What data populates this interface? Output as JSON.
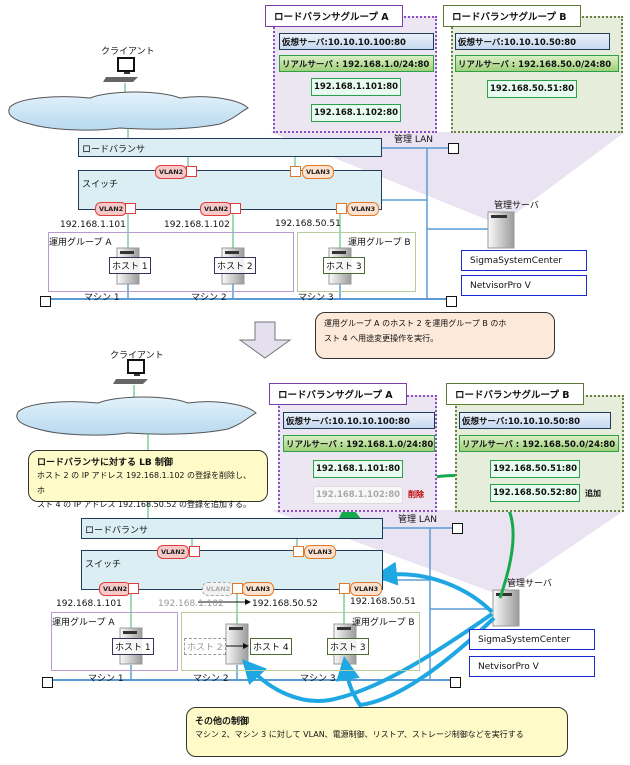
{
  "before": {
    "client_label": "クライアント",
    "load_balancer_label": "ロードバランサ",
    "switch_label": "スイッチ",
    "mgmt_lan_label": "管理 LAN",
    "mgmt_server_label": "管理サーバ",
    "software": [
      "SigmaSystemCenter",
      "NetvisorPro V"
    ],
    "uplink_vlans": [
      "VLAN2",
      "VLAN3"
    ],
    "port_vlans": [
      "VLAN2",
      "VLAN2",
      "VLAN3"
    ],
    "ips": [
      "192.168.1.101",
      "192.168.1.102",
      "192.168.50.51"
    ],
    "groups": [
      {
        "label": "運用グループ A",
        "hosts": [
          "ホスト 1",
          "ホスト 2"
        ]
      },
      {
        "label": "運用グループ B",
        "hosts": [
          "ホスト 3"
        ]
      }
    ],
    "machines": [
      "マシン 1",
      "マシン 2",
      "マシン 3"
    ],
    "lb_groups": [
      {
        "title": "ロードバランサグループ A",
        "virtual_server": "仮想サーバ:10.10.10.100:80",
        "real_server": "リアルサーバ : 192.168.1.0/24:80",
        "members": [
          "192.168.1.101:80",
          "192.168.1.102:80"
        ]
      },
      {
        "title": "ロードバランサグループ B",
        "virtual_server": "仮想サーバ:10.10.10.50:80",
        "real_server": "リアルサーバ : 192.168.50.0/24:80",
        "members": [
          "192.168.50.51:80"
        ]
      }
    ]
  },
  "transition_note": {
    "line1": "運用グループ A のホスト 2 を運用グループ B のホ",
    "line2": "スト 4 へ用途変更操作を実行。"
  },
  "after": {
    "client_label": "クライアント",
    "load_balancer_label": "ロードバランサ",
    "switch_label": "スイッチ",
    "mgmt_lan_label": "管理 LAN",
    "mgmt_server_label": "管理サーバ",
    "software": [
      "SigmaSystemCenter",
      "NetvisorPro V"
    ],
    "uplink_vlans": [
      "VLAN2",
      "VLAN3"
    ],
    "port_vlans": [
      "VLAN2",
      "VLAN2",
      "VLAN3",
      "VLAN3"
    ],
    "ips": [
      "192.168.1.101",
      "192.168.1.102",
      "192.168.50.52",
      "192.168.50.51"
    ],
    "groups": [
      {
        "label": "運用グループ A",
        "hosts": [
          "ホスト 1"
        ]
      },
      {
        "label": "運用グループ B",
        "hosts": [
          "ホスト 2",
          "ホスト 4",
          "ホスト 3"
        ]
      }
    ],
    "machines": [
      "マシン 1",
      "マシン 2",
      "マシン 3"
    ],
    "lb_groups": [
      {
        "title": "ロードバランサグループ A",
        "virtual_server": "仮想サーバ:10.10.10.100:80",
        "real_server": "リアルサーバ : 192.168.1.0/24:80",
        "members": [
          "192.168.1.101:80",
          "192.168.1.102:80"
        ],
        "removed_tag": "削除"
      },
      {
        "title": "ロードバランサグループ B",
        "virtual_server": "仮想サーバ:10.10.10.50:80",
        "real_server": "リアルサーバ : 192.168.50.0/24:80",
        "members": [
          "192.168.50.51:80",
          "192.168.50.52:80"
        ],
        "added_tag": "追加"
      }
    ],
    "lb_control_note": {
      "title": "ロードバランサに対する LB 制御",
      "line1": "ホスト 2 の IP アドレス 192.168.1.102 の登録を削除し、ホ",
      "line2": "スト 4 の IP アドレス 192.168.50.52 の登録を追加する。"
    },
    "other_control_note": {
      "title": "その他の制御",
      "line1": "マシン 2、マシン 3 に対して VLAN、電源制御、リストア、ストレージ制御などを実行する"
    }
  },
  "colors": {
    "lb_fill": "#daeef4",
    "vlan2": "#e03c3c",
    "vlan3": "#e07a2a",
    "lb_arrow": "#17a94d",
    "control_arrow": "#1fa7e3",
    "mgmt_lan": "#5b9bd5"
  }
}
